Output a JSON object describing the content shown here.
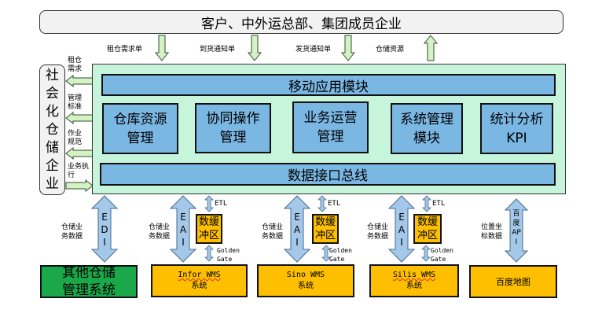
{
  "top_bar": {
    "label": "客户、中外运总部、集团成员企业"
  },
  "top_flows": [
    {
      "label": "租仓需求单",
      "direction": "down"
    },
    {
      "label": "到货通知单",
      "direction": "down"
    },
    {
      "label": "发货通知单",
      "direction": "down"
    },
    {
      "label": "仓储资源",
      "direction": "up"
    }
  ],
  "side_entity": {
    "chars": [
      "社",
      "会",
      "化",
      "仓",
      "储",
      "企",
      "业"
    ]
  },
  "side_flows": [
    {
      "label_lines": [
        "租仓",
        "需求"
      ],
      "direction": "left"
    },
    {
      "label_lines": [
        "管理",
        "标准"
      ],
      "direction": "left"
    },
    {
      "label_lines": [
        "作业",
        "规范"
      ],
      "direction": "left"
    },
    {
      "label_lines": [
        "业务执",
        "行"
      ],
      "direction": "right"
    }
  ],
  "main": {
    "mobile_bar": "移动应用模块",
    "data_bus": "数据接口总线",
    "modules": [
      {
        "line1": "仓库资源",
        "line2": "管理"
      },
      {
        "line1": "协同操作",
        "line2": "管理"
      },
      {
        "line1": "业务运营",
        "line2": "管理"
      },
      {
        "line1": "系统管理",
        "line2": "模块"
      },
      {
        "line1": "统计分析",
        "line2": "KPI"
      }
    ]
  },
  "bottom": {
    "edi": {
      "arrow_letters": [
        "E",
        "D",
        "I"
      ],
      "label_lines": [
        "仓储业",
        "务数据"
      ],
      "system_lines": [
        "其他仓储",
        "管理系统"
      ]
    },
    "integrations": [
      {
        "arrow_letters": [
          "E",
          "A",
          "I"
        ],
        "label_lines": [
          "仓储业",
          "务数据"
        ],
        "buffer_lines": [
          "数缓",
          "冲区"
        ],
        "etl": "ETL",
        "gg_lines": [
          "Golden",
          "Gate"
        ],
        "system_lines": [
          "Infor WMS",
          "系统"
        ]
      },
      {
        "arrow_letters": [
          "E",
          "A",
          "I"
        ],
        "label_lines": [
          "仓储业",
          "务数据"
        ],
        "buffer_lines": [
          "数缓",
          "冲区"
        ],
        "etl": "ETL",
        "gg_lines": [
          "Golden",
          "Gate"
        ],
        "system_lines": [
          "Sino WMS",
          "系统"
        ]
      },
      {
        "arrow_letters": [
          "E",
          "A",
          "I"
        ],
        "label_lines": [
          "仓储业",
          "务数据"
        ],
        "buffer_lines": [
          "数缓",
          "冲区"
        ],
        "etl": "ETL",
        "gg_lines": [
          "Golden",
          "Gate"
        ],
        "system_lines": [
          "Silis WMS",
          "系统"
        ]
      }
    ],
    "baidu": {
      "arrow_chars": [
        "百",
        "度",
        "AP",
        "I"
      ],
      "label_lines": [
        "位置坐",
        "标数据"
      ],
      "system": "百度地图"
    }
  },
  "colors": {
    "panel_green": "#c6f5dc",
    "module_blue": "#7ab7e3",
    "system_orange": "#fdbf00",
    "edi_green": "#1aa84a",
    "arrow_green_fill": "#d4f2c4",
    "arrow_blue_fill": "#a3c8ea"
  }
}
